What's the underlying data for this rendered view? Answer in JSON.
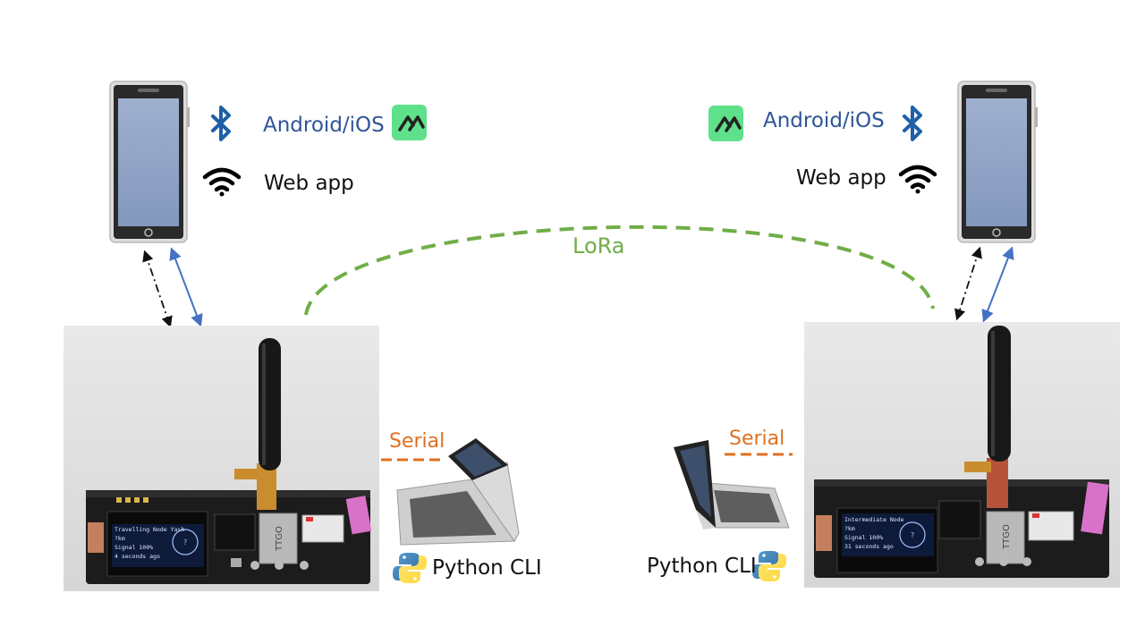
{
  "colors": {
    "lora": "#70ad47",
    "serial": "#e07020",
    "bluetooth": "#1f5fa8",
    "app_badge": "#5fe08a",
    "ble_link": "#4472c4"
  },
  "left_node": {
    "phone": {
      "app_label": "Android/iOS",
      "web_label": "Web app"
    },
    "device": {
      "oled_lines": [
        "Travelling Node Yash",
        "?km",
        "Signal 100%",
        "4 seconds ago"
      ],
      "module_label": "TTGO"
    },
    "laptop": {
      "link_label": "Serial",
      "cli_label": "Python CLI"
    }
  },
  "right_node": {
    "phone": {
      "app_label": "Android/iOS",
      "web_label": "Web app"
    },
    "device": {
      "oled_lines": [
        "Intermediate Node",
        "?km",
        "Signal 100%",
        "31 seconds ago"
      ],
      "module_label": "TTGO"
    },
    "laptop": {
      "link_label": "Serial",
      "cli_label": "Python CLI"
    }
  },
  "radio_link": {
    "label": "LoRa"
  }
}
